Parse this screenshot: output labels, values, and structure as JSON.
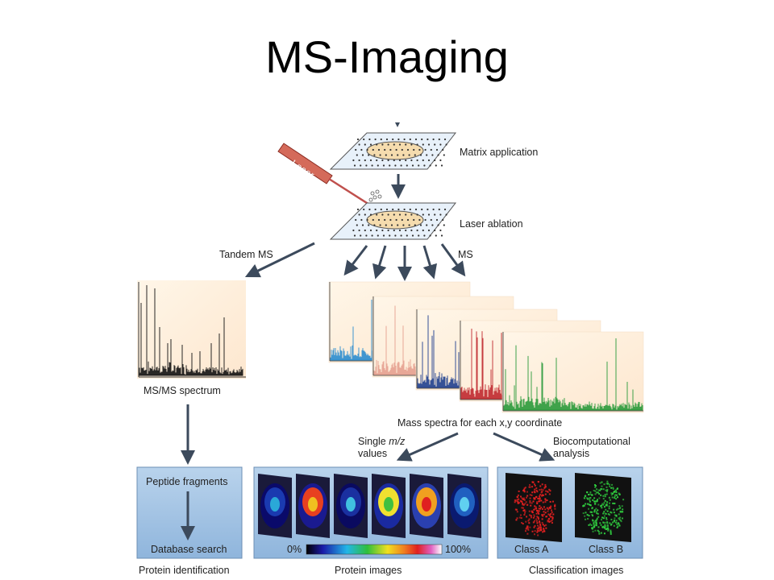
{
  "title": "MS-Imaging",
  "labels": {
    "matrix_application": "Matrix application",
    "laser": "Laser",
    "laser_ablation": "Laser ablation",
    "tandem_ms": "Tandem MS",
    "ms": "MS",
    "msms_spectrum": "MS/MS spectrum",
    "mass_spectra": "Mass spectra for each x,y coordinate",
    "single_prefix": "Single ",
    "single_mz": "m/z",
    "single_values": "values",
    "biocomp_1": "Biocomputational",
    "biocomp_2": "analysis",
    "peptide_fragments": "Peptide fragments",
    "database_search": "Database search",
    "scale_min": "0%",
    "scale_max": "100%",
    "class_a": "Class A",
    "class_b": "Class B",
    "protein_identification": "Protein identification",
    "protein_images": "Protein images",
    "classification_images": "Classification images"
  },
  "colors": {
    "panel_blue": "#a9c8e6",
    "arrow": "#3c4a5c",
    "laser": "#c0504d",
    "spectrum_series": [
      "#2b8ccf",
      "#e6a090",
      "#1f3f8f",
      "#c0282e",
      "#2a9a3a"
    ]
  }
}
